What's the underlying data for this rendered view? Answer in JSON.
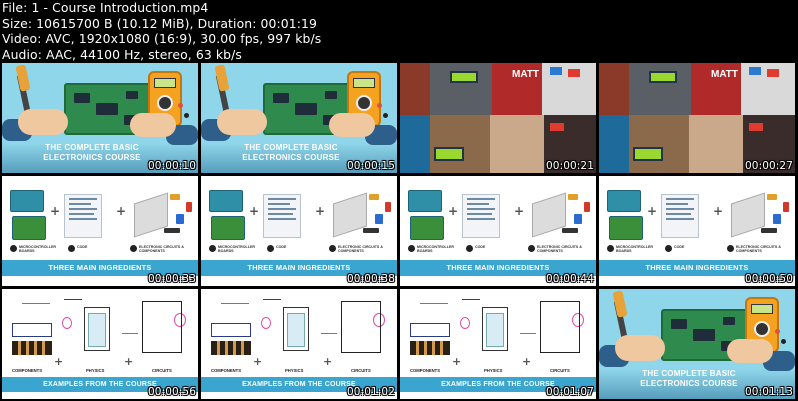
{
  "header": {
    "file": "File: 1 - Course Introduction.mp4",
    "size": "Size: 10615700 B (10.12 MiB), Duration: 00:01:19",
    "video": "Video: AVC, 1920x1080 (16:9), 30.00 fps, 997 kb/s",
    "audio": "Audio: AAC, 44100 Hz, stereo, 63 kb/s"
  },
  "captions": {
    "intro_line1": "THE COMPLETE BASIC",
    "intro_line2": "ELECTRONICS COURSE",
    "ingredients_title": "THREE MAIN INGREDIENTS",
    "ingr_label1": "MICROCONTROLLER BOARDS",
    "ingr_label2": "CODE",
    "ingr_label3": "ELECTRONIC CIRCUITS & COMPONENTS",
    "examples_title": "EXAMPLES FROM THE COURSE",
    "ex_label1": "COMPONENTS",
    "ex_label2": "PHYSICS",
    "ex_label3": "CIRCUITS",
    "collage_word": "MATT"
  },
  "thumbnails": [
    {
      "timestamp": "00:00:10",
      "scene": "intro"
    },
    {
      "timestamp": "00:00:15",
      "scene": "intro"
    },
    {
      "timestamp": "00:00:21",
      "scene": "collage"
    },
    {
      "timestamp": "00:00:27",
      "scene": "collage"
    },
    {
      "timestamp": "00:00:33",
      "scene": "ingredients"
    },
    {
      "timestamp": "00:00:38",
      "scene": "ingredients"
    },
    {
      "timestamp": "00:00:44",
      "scene": "ingredients"
    },
    {
      "timestamp": "00:00:50",
      "scene": "ingredients"
    },
    {
      "timestamp": "00:00:56",
      "scene": "examples"
    },
    {
      "timestamp": "00:01:02",
      "scene": "examples"
    },
    {
      "timestamp": "00:01:07",
      "scene": "examples"
    },
    {
      "timestamp": "00:01:13",
      "scene": "intro"
    }
  ],
  "colors": {
    "intro_bg": "#8fd6ea",
    "band": "#3aa5cf",
    "page_bg": "#000000"
  }
}
